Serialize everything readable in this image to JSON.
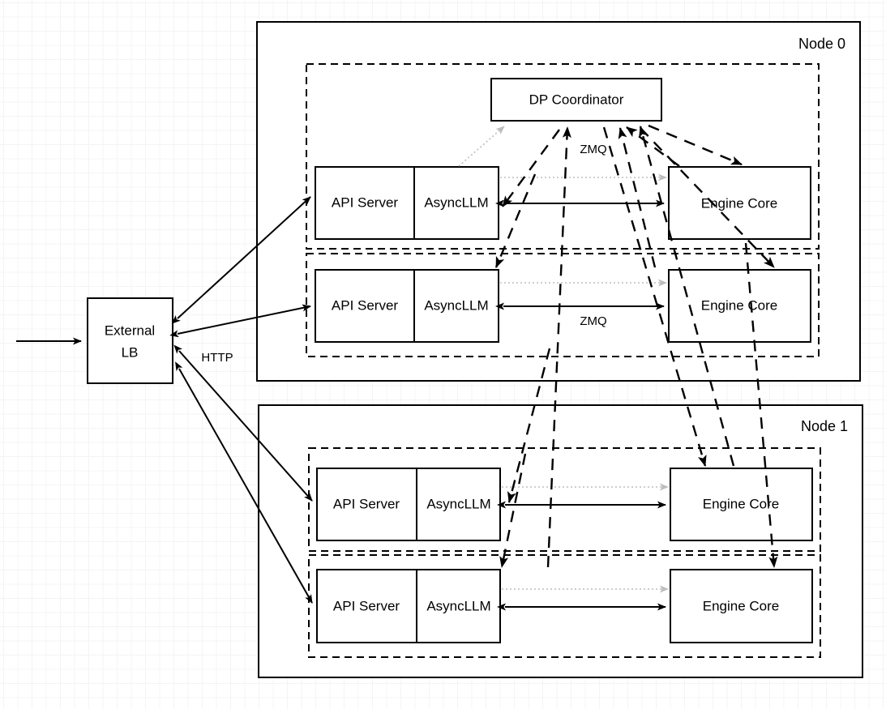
{
  "diagram": {
    "title": "vLLM Data-Parallel Deployment Architecture",
    "background": "#ffffff",
    "grid_minor_color": "#f4f4f4",
    "grid_major_color": "#e3e3e3"
  },
  "external": {
    "lb_label_line1": "External",
    "lb_label_line2": "LB",
    "http_label": "HTTP"
  },
  "nodes": [
    {
      "id": "node0",
      "label": "Node 0",
      "coordinator": {
        "label": "DP Coordinator"
      },
      "zmq_label": "ZMQ",
      "ranks": [
        {
          "api_server": "API Server",
          "async_llm": "AsyncLLM",
          "engine_core": "Engine Core",
          "zmq_label": ""
        },
        {
          "api_server": "API Server",
          "async_llm": "AsyncLLM",
          "engine_core": "Engine Core",
          "zmq_label": "ZMQ"
        }
      ]
    },
    {
      "id": "node1",
      "label": "Node 1",
      "ranks": [
        {
          "api_server": "API Server",
          "async_llm": "AsyncLLM",
          "engine_core": "Engine Core",
          "zmq_label": ""
        },
        {
          "api_server": "API Server",
          "async_llm": "AsyncLLM",
          "engine_core": "Engine Core",
          "zmq_label": ""
        }
      ]
    }
  ],
  "edge_styles": {
    "solid_color": "#000000",
    "dashed_color": "#000000",
    "dotted_color": "#bdbdbd"
  }
}
